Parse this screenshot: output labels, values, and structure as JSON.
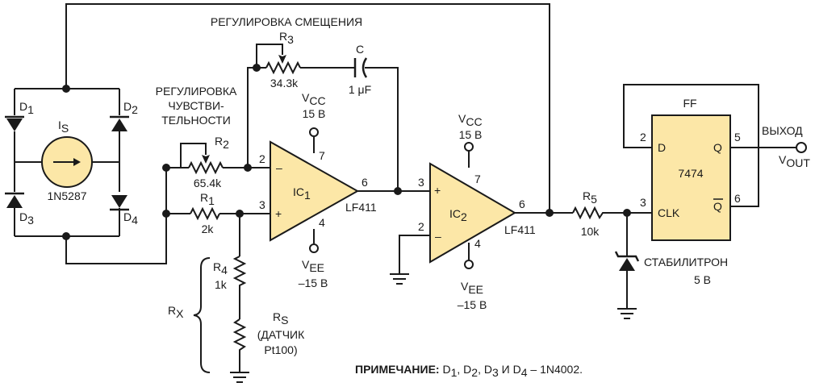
{
  "labels": {
    "offset_adj": "РЕГУЛИРОВКА СМЕЩЕНИЯ",
    "sens_adj_1": "РЕГУЛИРОВКА",
    "sens_adj_2": "ЧУВСТВИ-",
    "sens_adj_3": "ТЕЛЬНОСТИ"
  },
  "bridge": {
    "d1": {
      "letter": "D",
      "sub": "1"
    },
    "d2": {
      "letter": "D",
      "sub": "2"
    },
    "d3": {
      "letter": "D",
      "sub": "3"
    },
    "d4": {
      "letter": "D",
      "sub": "4"
    },
    "source": {
      "letter": "I",
      "sub": "S",
      "part": "1N5287"
    }
  },
  "resistors": {
    "r1": {
      "letter": "R",
      "sub": "1",
      "value": "2k"
    },
    "r2": {
      "letter": "R",
      "sub": "2",
      "value": "65.4k"
    },
    "r3": {
      "letter": "R",
      "sub": "3",
      "value": "34.3k"
    },
    "r4": {
      "letter": "R",
      "sub": "4",
      "value": "1k"
    },
    "r5": {
      "letter": "R",
      "sub": "5",
      "value": "10k"
    },
    "rs": {
      "letter": "R",
      "sub": "S",
      "desc1": "(ДАТЧИК",
      "desc2": "Pt100)"
    },
    "rx": {
      "letter": "R",
      "sub": "X"
    }
  },
  "capacitor": {
    "letter": "C",
    "value": "1 μF"
  },
  "ic1": {
    "letter": "IC",
    "sub": "1",
    "part": "LF411",
    "vcc_letter": "V",
    "vcc_sub": "CC",
    "vcc_value": "15 В",
    "vee_letter": "V",
    "vee_sub": "EE",
    "vee_value": "–15 В",
    "pin_inv": "2",
    "pin_noninv": "3",
    "pin_out": "6",
    "pin_vcc": "7",
    "pin_vee": "4",
    "sign_minus": "–",
    "sign_plus": "+"
  },
  "ic2": {
    "letter": "IC",
    "sub": "2",
    "part": "LF411",
    "vcc_letter": "V",
    "vcc_sub": "CC",
    "vcc_value": "15 В",
    "vee_letter": "V",
    "vee_sub": "EE",
    "vee_value": "–15 В",
    "pin_noninv": "3",
    "pin_inv": "2",
    "pin_out": "6",
    "pin_vcc": "7",
    "pin_vee": "4",
    "sign_plus": "+",
    "sign_minus": "–"
  },
  "ff": {
    "title": "FF",
    "part": "7474",
    "d": "D",
    "clk": "CLK",
    "q": "Q",
    "qbar": "Q",
    "pin_d": "2",
    "pin_clk": "3",
    "pin_q": "5",
    "pin_qbar": "6"
  },
  "zener": {
    "label": "СТАБИЛИТРОН",
    "value": "5 В"
  },
  "output": {
    "label": "ВЫХОД",
    "v_letter": "V",
    "v_sub": "OUT"
  },
  "note": {
    "prefix": "ПРИМЕЧАНИЕ:",
    "text": " D",
    "d1": "1",
    "sep1": ", D",
    "d2": "2",
    "sep2": ", D",
    "d3": "3",
    "sep3": " И D",
    "d4": "4",
    "tail": " – 1N4002."
  }
}
